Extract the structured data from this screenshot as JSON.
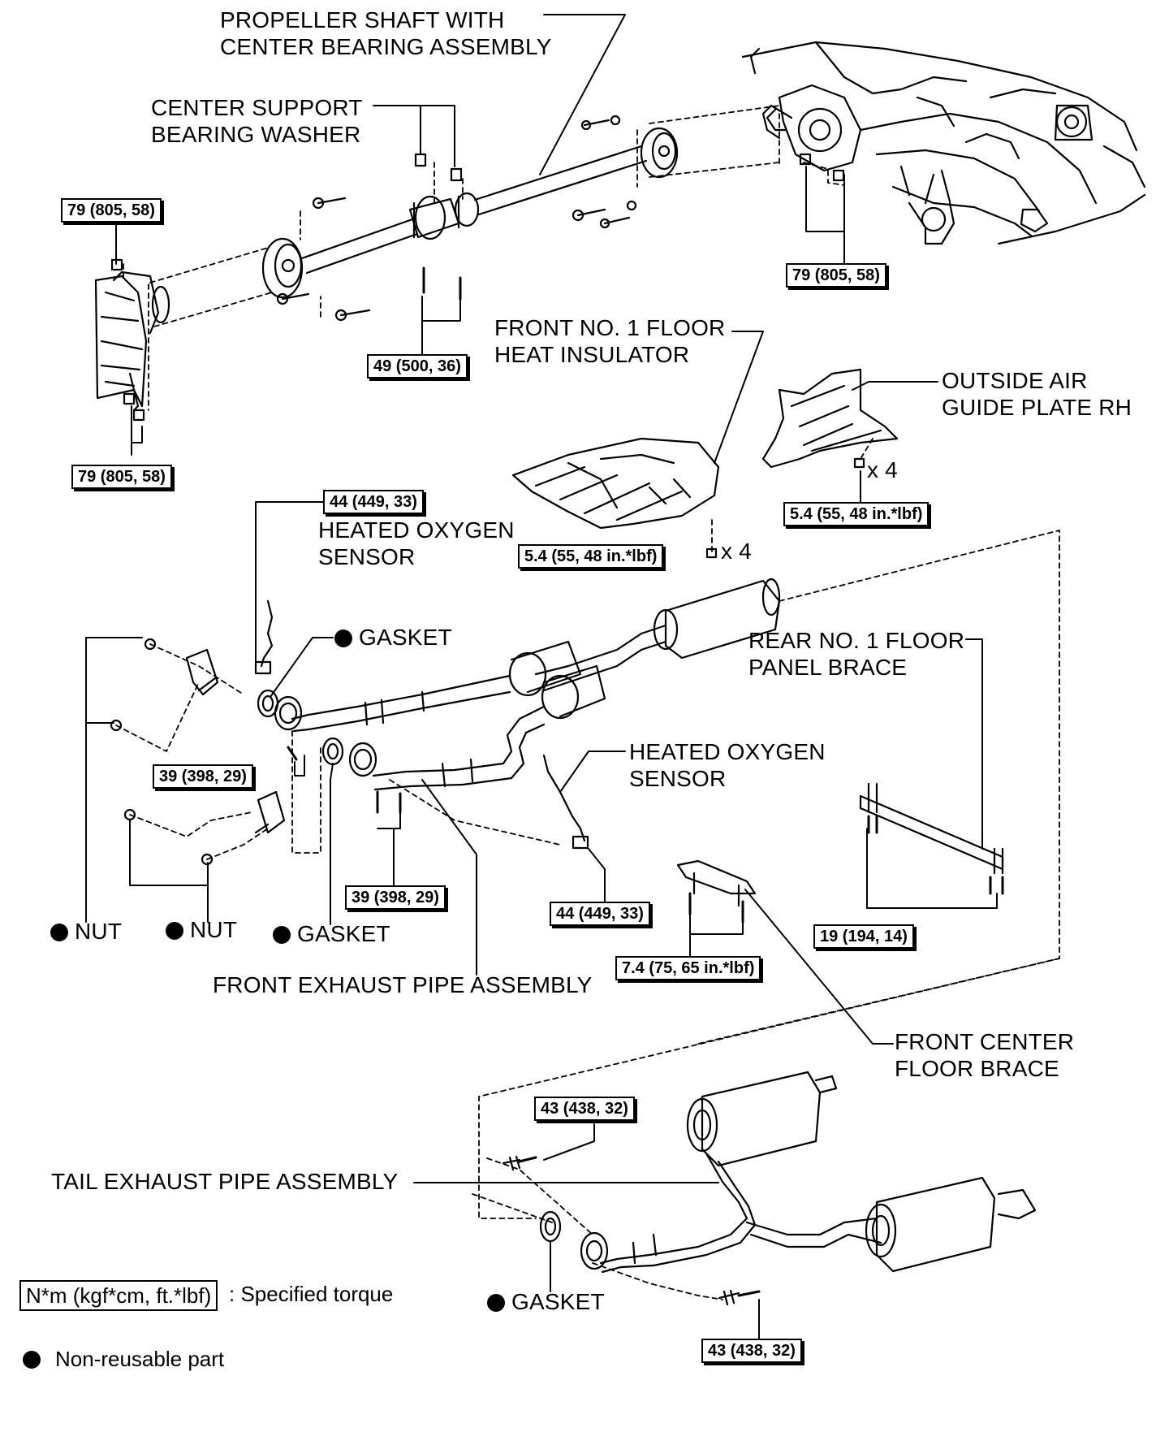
{
  "labels": {
    "propeller_shaft": [
      "PROPELLER SHAFT WITH",
      "CENTER BEARING ASSEMBLY"
    ],
    "center_support_washer": [
      "CENTER SUPPORT",
      "BEARING WASHER"
    ],
    "front_floor_heat_insulator": [
      "FRONT NO. 1 FLOOR",
      "HEAT INSULATOR"
    ],
    "outside_air_guide_plate": [
      "OUTSIDE AIR",
      "GUIDE PLATE RH"
    ],
    "heated_oxygen_sensor_upper": [
      "HEATED OXYGEN",
      "SENSOR"
    ],
    "heated_oxygen_sensor_lower": [
      "HEATED OXYGEN",
      "SENSOR"
    ],
    "gasket_upper": "GASKET",
    "rear_floor_panel_brace": [
      "REAR NO. 1 FLOOR",
      "PANEL BRACE"
    ],
    "nut_left": "NUT",
    "nut_right": "NUT",
    "gasket_middle": "GASKET",
    "front_exhaust_pipe": "FRONT EXHAUST PIPE ASSEMBLY",
    "front_center_floor_brace": [
      "FRONT CENTER",
      "FLOOR BRACE"
    ],
    "tail_exhaust_pipe": "TAIL EXHAUST PIPE ASSEMBLY",
    "gasket_bottom": "GASKET",
    "qty_x4_plate": "x 4",
    "qty_x4_insulator": "x 4"
  },
  "torques": {
    "t1": "79 (805, 58)",
    "t2": "79 (805, 58)",
    "t3": "49 (500, 36)",
    "t4": "79 (805, 58)",
    "t5": "44 (449, 33)",
    "t6": "5.4 (55, 48 in.*lbf)",
    "t7": "5.4 (55, 48 in.*lbf)",
    "t8": "39 (398, 29)",
    "t9": "39 (398, 29)",
    "t10": "44 (449, 33)",
    "t11": "19 (194, 14)",
    "t12": "7.4 (75, 65 in.*lbf)",
    "t13": "43 (438, 32)",
    "t14": "43 (438, 32)"
  },
  "legend": {
    "torque_unit": "N*m (kgf*cm, ft.*lbf)",
    "torque_desc": ": Specified torque",
    "nonreusable": "Non-reusable part"
  }
}
